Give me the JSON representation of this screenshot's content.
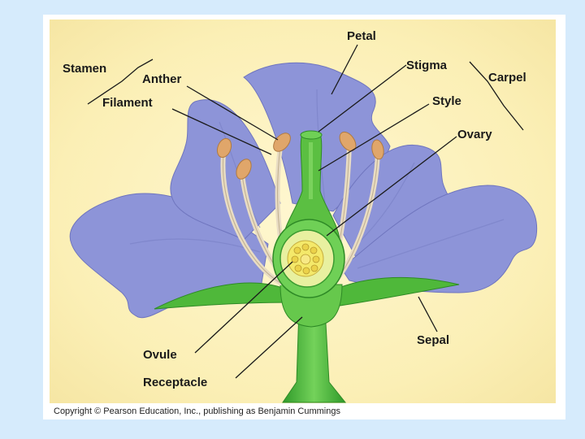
{
  "labels": {
    "petal": "Petal",
    "stamen": "Stamen",
    "anther": "Anther",
    "filament": "Filament",
    "stigma": "Stigma",
    "carpel": "Carpel",
    "style": "Style",
    "ovary": "Ovary",
    "ovule": "Ovule",
    "receptacle": "Receptacle",
    "sepal": "Sepal"
  },
  "copyright": "Copyright © Pearson Education, Inc., publishing as Benjamin Cummings",
  "colors": {
    "page_background": "#d6ebfc",
    "image_background": "#fbf0b8",
    "petal": "#8d94d8",
    "stem": "#4fb83a",
    "filament": "#e8dcc4",
    "anther": "#e0a66a"
  }
}
